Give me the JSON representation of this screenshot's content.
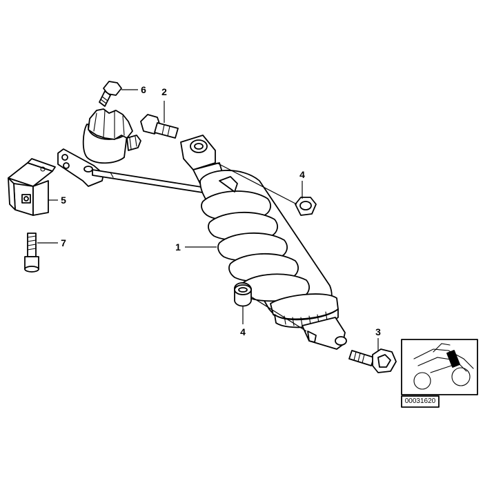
{
  "callouts": {
    "c1": "1",
    "c2": "2",
    "c3": "3",
    "c4a": "4",
    "c4b": "4",
    "c5": "5",
    "c6": "6",
    "c7": "7"
  },
  "reference_code": "00031620",
  "colors": {
    "line": "#000000",
    "background": "#ffffff"
  }
}
